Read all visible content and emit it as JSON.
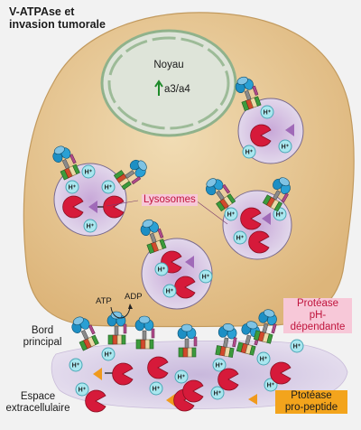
{
  "title_line1": "V-ATPAse et",
  "title_line2": "invasion tumorale",
  "nucleus_label": "Noyau",
  "nucleus_gene": "a3/a4",
  "lysosomes_label": "Lysosomes",
  "atp_label": "ATP",
  "adp_label": "ADP",
  "proton_label": "H+",
  "border_label_line1": "Bord",
  "border_label_line2": "principal",
  "space_label_line1": "Espace",
  "space_label_line2": "extracellulaire",
  "protease_ph_line1": "Protéase",
  "protease_ph_line2": "pH-",
  "protease_ph_line3": "dépendante",
  "protease_pro_line1": "Ptotéase",
  "protease_pro_line2": "pro-peptide",
  "colors": {
    "cytoplasm": "#e6c894",
    "cytoplasm_edge": "#c79f63",
    "nucleus": "#dde3d8",
    "nucleus_ring": "#8fb08a",
    "vesicle": "#d9cfe3",
    "protease": "#d41a38",
    "proton": "#9fe2ec",
    "pump_blue": "#1d8fc4",
    "pump_green": "#3c9b3c",
    "pump_red": "#d24a2c",
    "arrow_up": "#1e8a2a",
    "pro_peptide": "#f09a1d"
  }
}
